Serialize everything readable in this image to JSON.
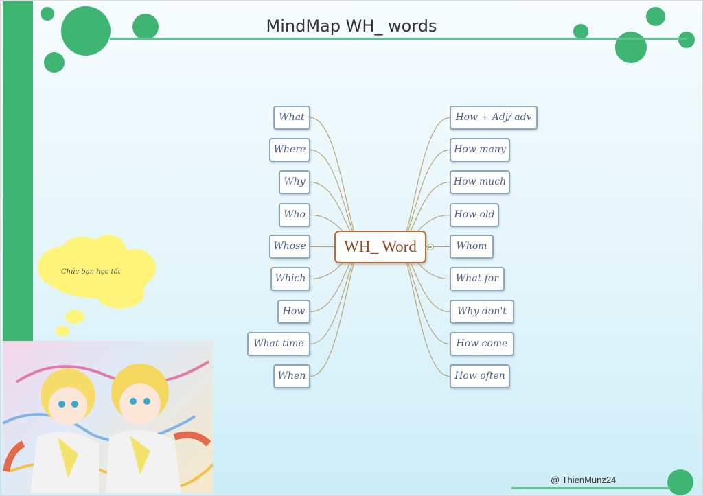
{
  "title": "MindMap WH_ words",
  "credit": "@ ThienMunz24",
  "center": {
    "label": "WH_ Word"
  },
  "left_nodes": [
    "What",
    "Where",
    "Why",
    "Who",
    "Whose",
    "Which",
    "How",
    "What time",
    "When"
  ],
  "right_nodes": [
    "How + Adj/ adv",
    "How many",
    "How much",
    "How old",
    "Whom",
    "What for",
    "Why don't",
    "How come",
    "How often"
  ],
  "thought_bubble": {
    "text": "Chúc bạn học tốt"
  },
  "artwork": {
    "name": "anime-illustration"
  },
  "colors": {
    "accent_green": "#3fb573",
    "link": "#b8945a",
    "node_border": "#8ea6be",
    "center_border": "#b96a35",
    "bubble": "#fff47a"
  }
}
